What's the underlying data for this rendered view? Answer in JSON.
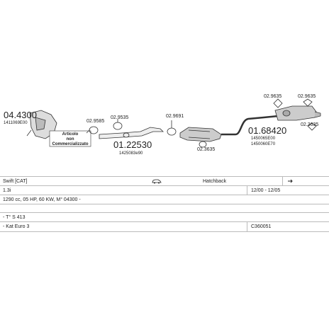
{
  "parts": {
    "catalyst_front": {
      "number": "04.4300",
      "code": "1411069E00"
    },
    "commercial_note": {
      "line1": "Articolo",
      "line2": "non",
      "line3": "Commercializzato"
    },
    "clamp_1": {
      "number": "02.9585"
    },
    "clamp_2": {
      "number": "02.9535"
    },
    "front_pipe": {
      "number": "01.22530",
      "code": "1425083e90"
    },
    "gasket": {
      "number": "02.9691"
    },
    "clamp_3": {
      "number": "02.3635"
    },
    "rear_muffler": {
      "number": "01.68420",
      "code1": "1450065E00",
      "code2": "1450060E70"
    },
    "hanger_1": {
      "number": "02.9635"
    },
    "hanger_2": {
      "number": "02.9635"
    },
    "hanger_3": {
      "number": "02.3635"
    }
  },
  "vehicle": {
    "model": "Swift  [CAT]",
    "body": "Hatchback",
    "engine": "1.3i",
    "years": "12/00 - 12/05",
    "spec": "1290 cc, 05 HP, 60 KW, M° 04300 -",
    "engine_code": "- T° S 413",
    "catalyst_class": "- Kat Euro 3",
    "ref": "C360051"
  },
  "icons": {
    "car": "car-silhouette-icon",
    "handle": "door-handle-icon"
  }
}
